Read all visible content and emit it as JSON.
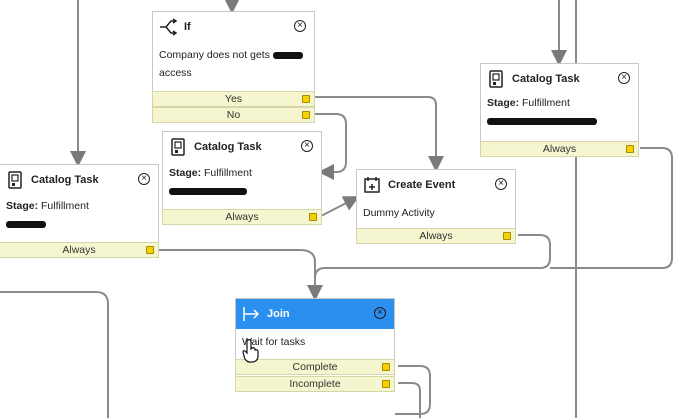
{
  "nodes": {
    "if_node": {
      "title": "If",
      "description": "Company does not gets",
      "description_cont": "access",
      "outputs": [
        "Yes",
        "No"
      ]
    },
    "catalog_top_right": {
      "title": "Catalog Task",
      "stage_label": "Stage:",
      "stage_value": "Fulfillment",
      "output": "Always"
    },
    "catalog_middle": {
      "title": "Catalog Task",
      "stage_label": "Stage:",
      "stage_value": "Fulfillment",
      "output": "Always"
    },
    "catalog_left": {
      "title": "Catalog Task",
      "stage_label": "Stage:",
      "stage_value": "Fulfillment",
      "output": "Always"
    },
    "create_event": {
      "title": "Create Event",
      "description": "Dummy Activity",
      "output": "Always"
    },
    "join": {
      "title": "Join",
      "description": "Wait for tasks",
      "outputs": [
        "Complete",
        "Incomplete"
      ]
    }
  },
  "icons": [
    "branch-icon",
    "catalog-task-icon",
    "calendar-icon",
    "join-icon",
    "close-icon",
    "hand-cursor-icon"
  ],
  "colors": {
    "join_header": "#2b8ff0",
    "output_bar": "#f5f5cf",
    "port": "#f3d000",
    "wire": "#808080"
  }
}
